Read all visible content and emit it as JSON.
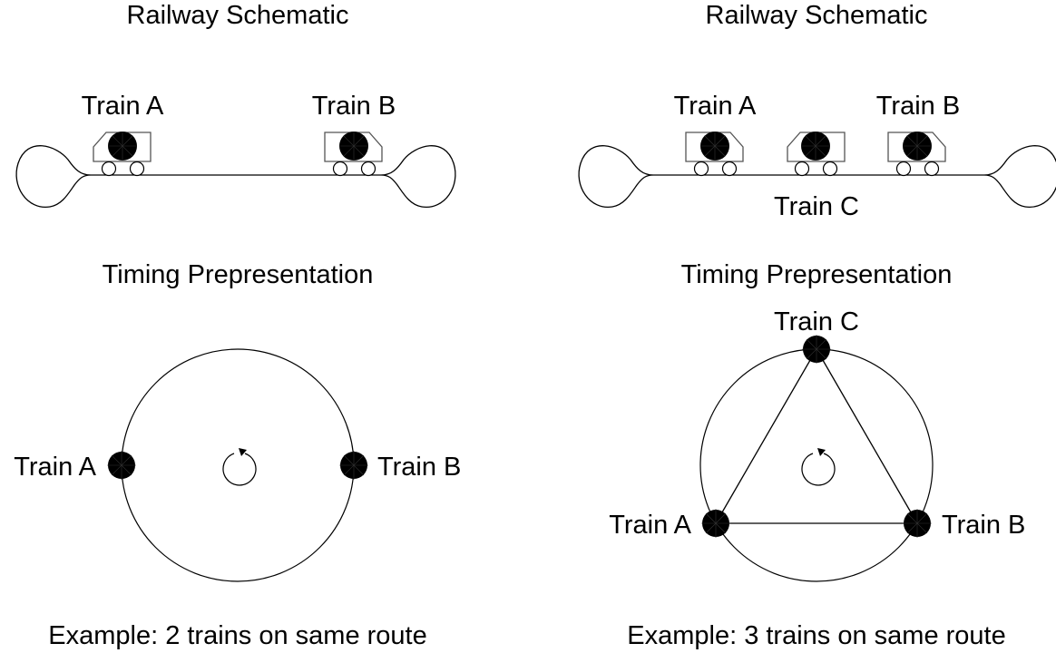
{
  "panels": [
    {
      "schematic_title": "Railway Schematic",
      "timing_title": "Timing Prepresentation",
      "caption": "Example: 2 trains on same route",
      "schematic_labels": [
        "Train A",
        "Train B"
      ],
      "timing_labels": [
        "Train A",
        "Train B"
      ],
      "train_count": 2
    },
    {
      "schematic_title": "Railway Schematic",
      "timing_title": "Timing Prepresentation",
      "caption": "Example: 3 trains on same route",
      "schematic_labels": [
        "Train A",
        "Train B",
        "Train C"
      ],
      "timing_labels": [
        "Train C",
        "Train A",
        "Train B"
      ],
      "train_count": 3
    }
  ],
  "icons": {
    "rotation": "clockwise-rotation-icon"
  },
  "colors": {
    "line": "#000000",
    "car_outline": "#555555",
    "train_fill": "#000000",
    "background": "#ffffff"
  }
}
